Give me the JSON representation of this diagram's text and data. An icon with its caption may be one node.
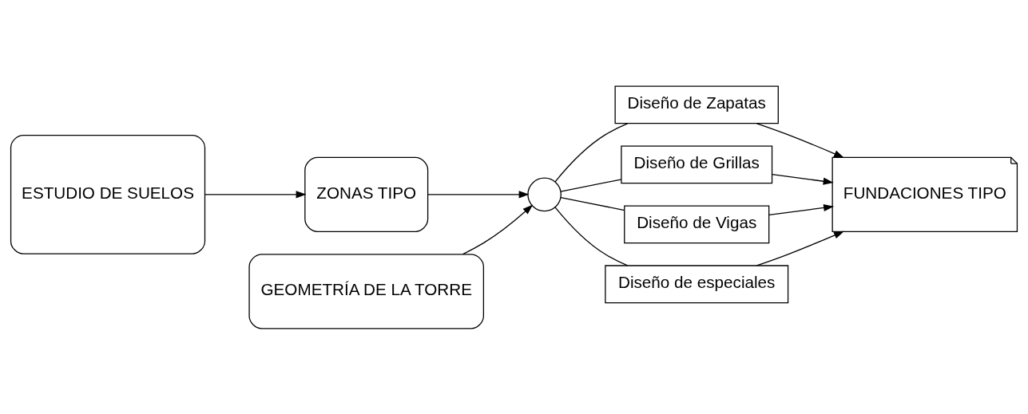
{
  "diagram": {
    "nodes": [
      {
        "text": [
          "ESTUDIO DE SUELOS"
        ]
      },
      {
        "text": [
          "ZONAS TIPO"
        ]
      },
      {
        "text": [
          "GEOMETRÍA DE LA TORRE"
        ]
      },
      {
        "text": [],
        "shape": "circle"
      },
      {
        "text": [
          "Diseño de Zapatas"
        ]
      },
      {
        "text": [
          "Diseño de Grillas"
        ]
      },
      {
        "text": [
          "Diseño de Vigas"
        ]
      },
      {
        "text": [
          "Diseño de especiales"
        ]
      },
      {
        "text": [
          "FUNDACIONES TIPO"
        ]
      }
    ],
    "edges": [
      {
        "from": 0,
        "to": 1,
        "arrow": "to"
      },
      {
        "from": 1,
        "to": 3,
        "arrow": "to"
      },
      {
        "from": 2,
        "to": 3,
        "arrow": "to"
      },
      {
        "from": 3,
        "to": 4,
        "arrow": "none"
      },
      {
        "from": 3,
        "to": 5,
        "arrow": "none"
      },
      {
        "from": 3,
        "to": 6,
        "arrow": "none"
      },
      {
        "from": 3,
        "to": 7,
        "arrow": "none"
      },
      {
        "from": 4,
        "to": 8,
        "arrow": "to"
      },
      {
        "from": 5,
        "to": 8,
        "arrow": "to"
      },
      {
        "from": 6,
        "to": 8,
        "arrow": "to"
      },
      {
        "from": 7,
        "to": 8,
        "arrow": "to"
      }
    ]
  }
}
